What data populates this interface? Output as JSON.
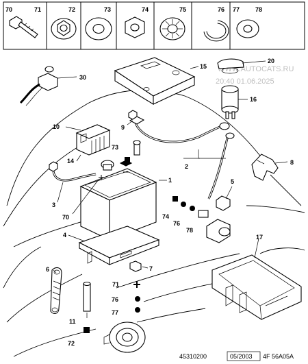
{
  "header_parts": [
    {
      "number": "70",
      "icon": "bolt-icon"
    },
    {
      "number": "71",
      "icon": "bolt-icon"
    },
    {
      "number": "72",
      "icon": "hex-nut-flange-icon"
    },
    {
      "number": "73",
      "icon": "flat-washer-icon"
    },
    {
      "number": "74",
      "icon": "hex-nut-icon"
    },
    {
      "number": "75",
      "icon": "serrated-lock-washer-icon"
    },
    {
      "number": "76",
      "icon": "split-spring-washer-icon"
    },
    {
      "number": "77",
      "icon": "plain-washer-icon"
    },
    {
      "number": "78",
      "icon": "plain-washer-icon"
    }
  ],
  "callouts": {
    "c1": "1",
    "c2": "2",
    "c3": "3",
    "c4": "4",
    "c5": "5",
    "c6": "6",
    "c7": "7",
    "c8": "8",
    "c9": "9",
    "c10": "10",
    "c11": "11",
    "c14": "14",
    "c15": "15",
    "c16": "16",
    "c17": "17",
    "c20": "20",
    "c30": "30",
    "c70": "70",
    "c71": "71",
    "c72": "72",
    "c73": "73",
    "c74": "74",
    "c76a": "76",
    "c76b": "76",
    "c77": "77",
    "c78": "78"
  },
  "watermark": {
    "site": "WWW.AUTOCATS.RU",
    "stamp": "20:40 01.06.2025"
  },
  "footer": {
    "ref": "45310200",
    "date": "05/2003",
    "code": "4F 56A05A"
  }
}
